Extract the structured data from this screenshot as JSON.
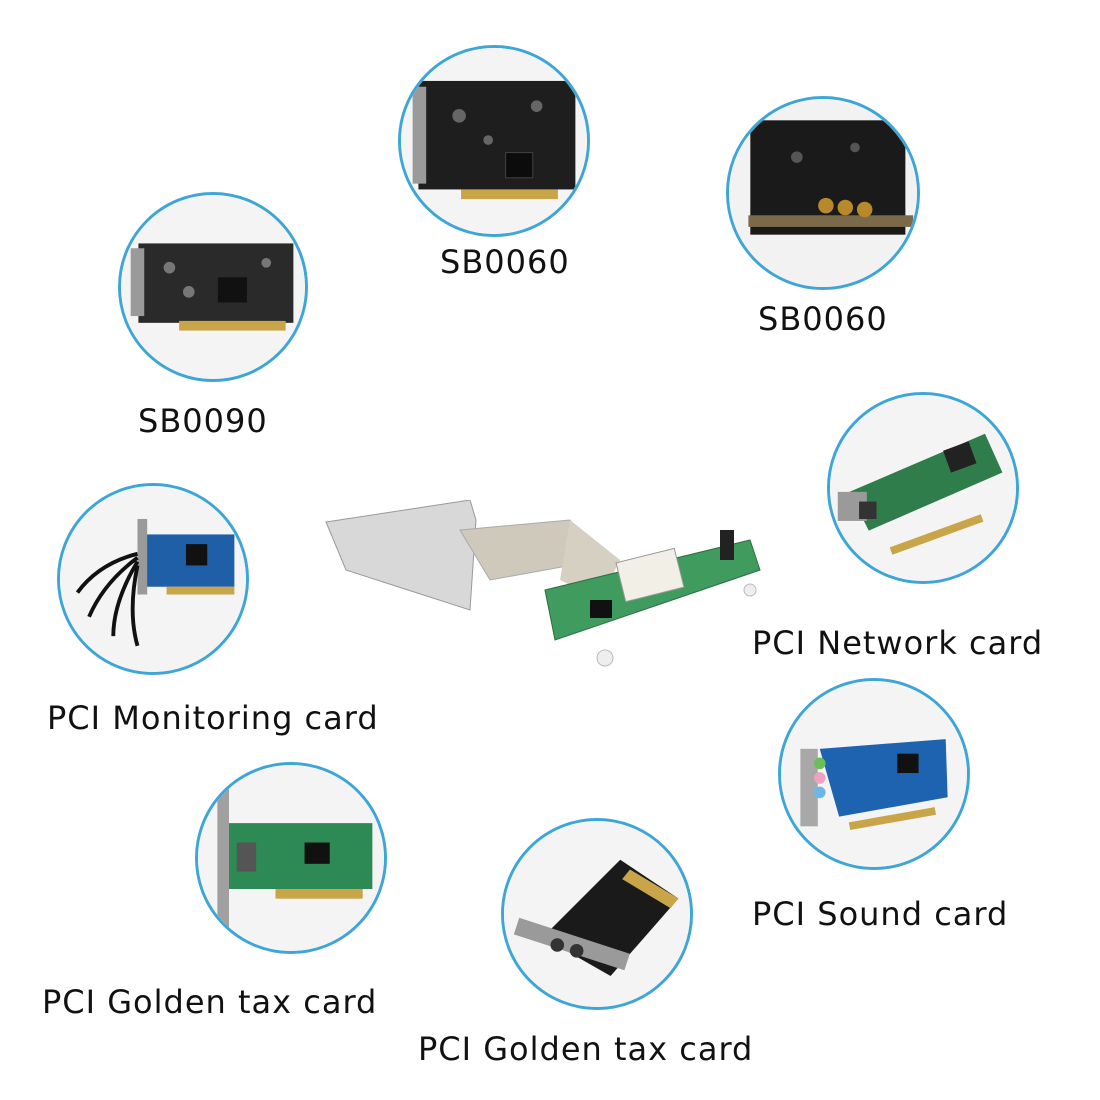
{
  "products": [
    {
      "id": "sb0090",
      "label": "SB0090",
      "board_color": "#2a2a2a"
    },
    {
      "id": "sb0060-top",
      "label": "SB0060",
      "board_color": "#1e1e1e"
    },
    {
      "id": "sb0060-right",
      "label": "SB0060",
      "board_color": "#1a1a1a"
    },
    {
      "id": "network",
      "label": "PCI Network card",
      "board_color": "#2f7d4a"
    },
    {
      "id": "monitoring",
      "label": "PCI Monitoring card",
      "board_color": "#1f5fa8"
    },
    {
      "id": "sound",
      "label": "PCI Sound card",
      "board_color": "#1e63b0"
    },
    {
      "id": "tax-left",
      "label": "PCI Golden tax card",
      "board_color": "#2e8a55"
    },
    {
      "id": "tax-center",
      "label": "PCI Golden tax card",
      "board_color": "#1a1a1a"
    }
  ],
  "center_item": {
    "board_color": "#3f9b5e"
  },
  "accent_color": "#3ea6d6"
}
